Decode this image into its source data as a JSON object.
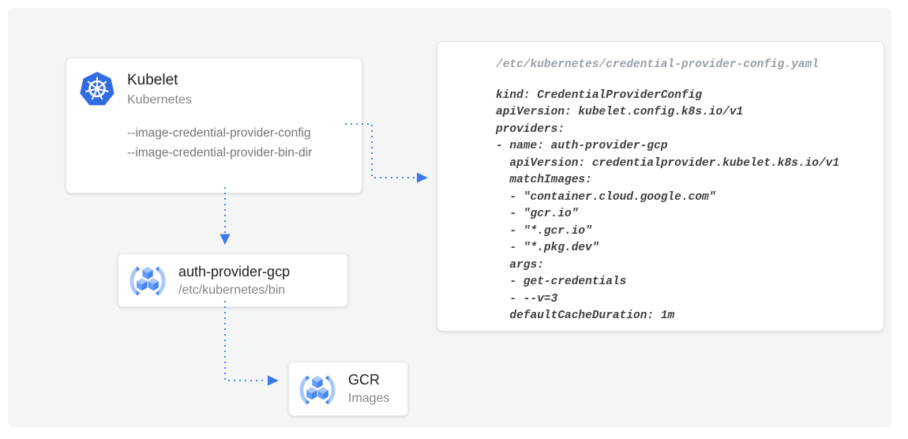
{
  "kubelet": {
    "title": "Kubelet",
    "subtitle": "Kubernetes",
    "flags": [
      "--image-credential-provider-config",
      "--image-credential-provider-bin-dir"
    ]
  },
  "auth_provider": {
    "title": "auth-provider-gcp",
    "subtitle": "/etc/kubernetes/bin"
  },
  "gcr": {
    "title": "GCR",
    "subtitle": "Images"
  },
  "config_file": {
    "path": "/etc/kubernetes/credential-provider-config.yaml",
    "code": "kind: CredentialProviderConfig\napiVersion: kubelet.config.k8s.io/v1\nproviders:\n- name: auth-provider-gcp\n  apiVersion: credentialprovider.kubelet.k8s.io/v1\n  matchImages:\n  - \"container.cloud.google.com\"\n  - \"gcr.io\"\n  - \"*.gcr.io\"\n  - \"*.pkg.dev\"\n  args:\n  - get-credentials\n  - --v=3\n  defaultCacheDuration: 1m"
  },
  "connections": [
    {
      "from": "kubelet-flag-image-credential-provider-config",
      "to": "credential-provider-config-yaml",
      "style": "dotted-arrow"
    },
    {
      "from": "kubelet",
      "to": "auth-provider-gcp",
      "style": "dotted-arrow"
    },
    {
      "from": "auth-provider-gcp",
      "to": "gcr-images",
      "style": "dotted-arrow"
    }
  ],
  "colors": {
    "arrow": "#4285f4",
    "arrowhead": "#3b78e8",
    "kubernetes_blue": "#326ce5",
    "gcr_cube_blue": "#4285f4",
    "gcr_cube_light": "#a8c7fa",
    "gcr_cube_mid": "#669df6",
    "canvas_bg": "#f4f5f5",
    "title_text": "#212124",
    "muted_text": "#80868b",
    "code_text": "#3c4043",
    "code_path_text": "#9aa0a6"
  }
}
